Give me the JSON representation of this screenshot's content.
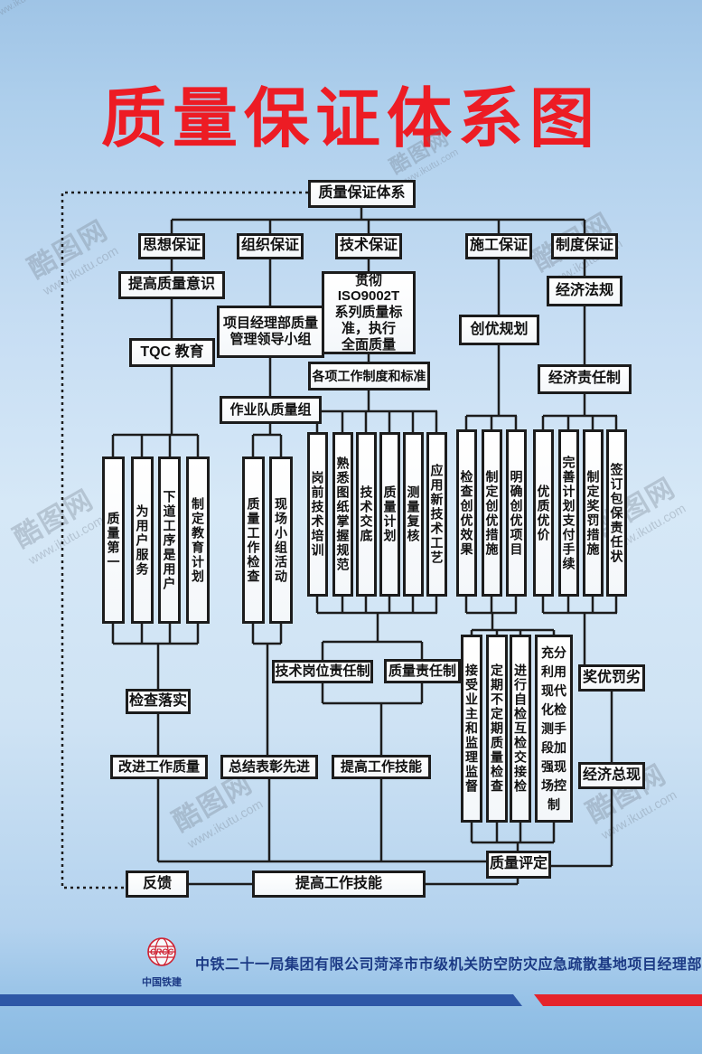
{
  "title": "质量保证体系图",
  "nodes": {
    "root": "质量保证体系",
    "thought": "思想保证",
    "organization": "组织保证",
    "technology": "技术保证",
    "construction": "施工保证",
    "institution": "制度保证",
    "raise_awareness": "提高质量意识",
    "tqc": "TQC 教育",
    "pm_quality_group": "项目经理部质量\n管理领导小组",
    "team_quality_group": "作业队质量组",
    "iso": "贯彻 ISO9002T\n系列质量标\n准，执行\n全面质量",
    "work_standards": "各项工作制度和标准",
    "excellence_plan": "创优规划",
    "economic_law": "经济法规",
    "economic_responsibility": "经济责任制",
    "quality_first": "质量第一",
    "serve_users": "为用户服务",
    "next_process_is_user": "下道工序是用户",
    "education_plan": "制定教育计划",
    "quality_work_check": "质量工作检查",
    "site_group_activity": "现场小组活动",
    "pre_job_training": "岗前技术培训",
    "know_drawings": "熟悉图纸掌握规范",
    "tech_disclosure": "技术交底",
    "quality_plan": "质量计划",
    "survey_recheck": "测量复核",
    "new_tech": "应用新技术工艺",
    "check_excellence_effect": "检查创优效果",
    "excellence_measures": "制定创优措施",
    "excellence_projects": "明确创优项目",
    "quality_price": "优质优价",
    "payment_procedures": "完善计划支付手续",
    "reward_penalty_measures": "制定奖罚措施",
    "responsibility_pledge": "签订包保责任状",
    "check_implementation": "检查落实",
    "tech_post_responsibility": "技术岗位责任制",
    "quality_responsibility": "质量责任制",
    "improve_work_quality": "改进工作质量",
    "commend_advanced": "总结表彰先进",
    "improve_skills": "提高工作技能",
    "owner_supervision": "接受业主和监理监督",
    "periodic_checks": "定期不定期质量检查",
    "self_mutual_inspection": "进行自检互检交接检",
    "modern_detection": "充分利用现代化检测手段加强现场控制",
    "reward_good_punish_bad": "奖优罚劣",
    "economic_realization": "经济总现",
    "quality_assessment": "质量评定",
    "feedback": "反馈",
    "improve_skills_bottom": "提高工作技能"
  },
  "footer": {
    "company": "中铁二十一局集团有限公司菏泽市市级机关防空防灾应急疏散基地项目经理部",
    "logo_mark": "CRCC",
    "logo_caption": "中国铁建"
  },
  "watermark": {
    "brand": "酷图网",
    "url": "www.ikutu.com"
  },
  "colors": {
    "title_red": "#ed1c24",
    "bar_blue": "#2e57a6",
    "bar_red": "#e5232b",
    "line": "#1c1c1c"
  }
}
